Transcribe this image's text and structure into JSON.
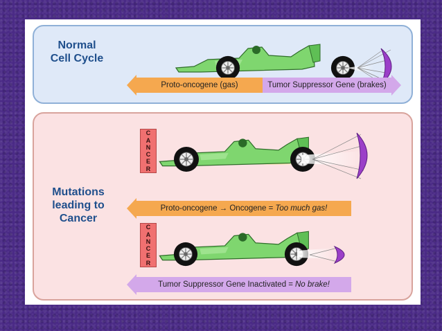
{
  "panels": {
    "normal": {
      "title": "Normal\nCell Cycle",
      "arrow_left_label": "Proto-oncogene (gas)",
      "arrow_right_label": "Tumor Suppressor Gene (brakes)"
    },
    "mutations": {
      "title": "Mutations\nleading to\nCancer",
      "arrow1_prefix": "Proto-oncogene → Oncogene =",
      "arrow1_emph": "Too much gas!",
      "arrow2_prefix": "Tumor Suppressor Gene Inactivated =",
      "arrow2_emph": "No brake!",
      "wall_letters": [
        "C",
        "A",
        "N",
        "C",
        "E",
        "R"
      ]
    }
  },
  "colors": {
    "gas": "#f5a84f",
    "brakes": "#d3a8ea",
    "car_body": "#7fd66f",
    "parachute": "#9b3fc8",
    "title": "#1f4f8c"
  }
}
